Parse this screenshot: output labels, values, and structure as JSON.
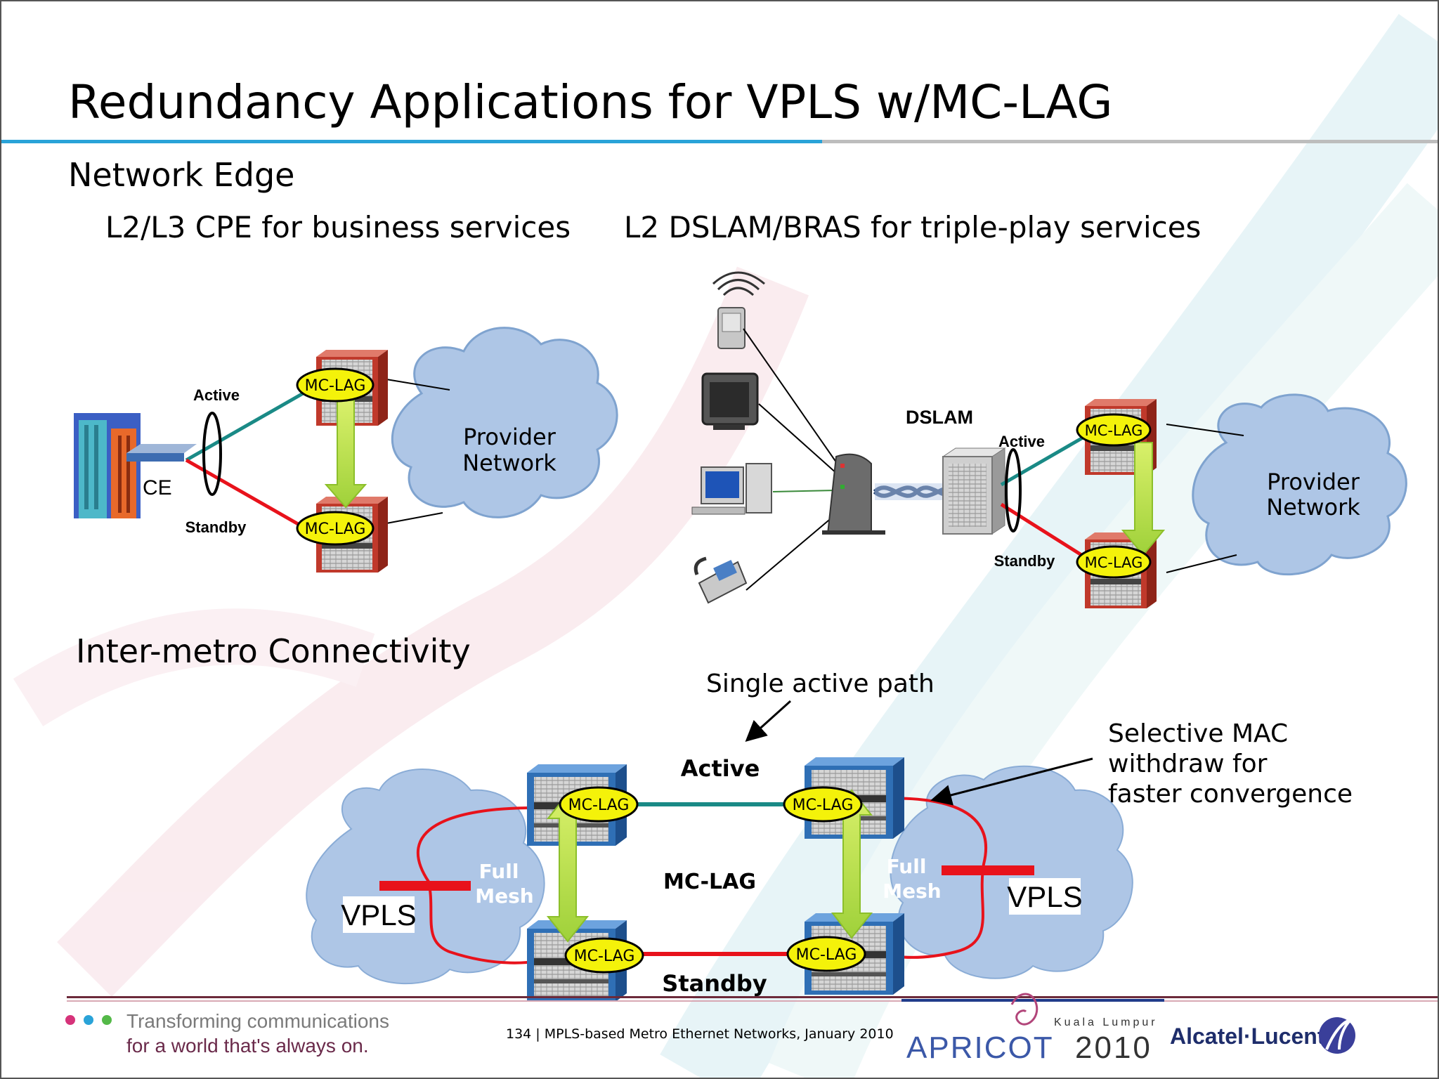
{
  "slide": {
    "title": "Redundancy Applications for VPLS w/MC-LAG",
    "section_edge": "Network Edge",
    "subtitle_left": "L2/L3 CPE for business services",
    "subtitle_right": "L2 DSLAM/BRAS for triple-play services",
    "section_metro": "Inter-metro Connectivity"
  },
  "left_diagram": {
    "active_label": "Active",
    "standby_label": "Standby",
    "ce_label": "CE",
    "mclag_top": "MC-LAG",
    "mclag_bottom": "MC-LAG",
    "cloud_label_line1": "Provider",
    "cloud_label_line2": "Network"
  },
  "right_diagram": {
    "dslam_label": "DSLAM",
    "active_label": "Active",
    "standby_label": "Standby",
    "mclag_top": "MC-LAG",
    "mclag_bottom": "MC-LAG",
    "cloud_label_line1": "Provider",
    "cloud_label_line2": "Network"
  },
  "metro_diagram": {
    "single_active_path": "Single active path",
    "selective_mac_line1": "Selective MAC",
    "selective_mac_line2": "withdraw for",
    "selective_mac_line3": "faster convergence",
    "active_label": "Active",
    "standby_label": "Standby",
    "center_mclag": "MC-LAG",
    "mclag_tl": "MC-LAG",
    "mclag_tr": "MC-LAG",
    "mclag_bl": "MC-LAG",
    "mclag_br": "MC-LAG",
    "full_mesh_left_1": "Full",
    "full_mesh_left_2": "Mesh",
    "full_mesh_right_1": "Full",
    "full_mesh_right_2": "Mesh",
    "vpls_left": "VPLS",
    "vpls_right": "VPLS"
  },
  "footer": {
    "tagline_line1": "Transforming communications",
    "tagline_line2": "for a world that's always on.",
    "page_info": "134 | MPLS-based Metro Ethernet Networks, January 2010",
    "event_city": "Kuala Lumpur",
    "event_name": "APRICOT",
    "event_year": "2010",
    "company": "Alcatel·Lucent"
  },
  "colors": {
    "active_link": "#1a8a86",
    "standby_link": "#e8121b",
    "mclag_fill": "#f4f20a",
    "cloud_fill": "#aec6e6",
    "router_red": "#c0392b",
    "router_blue": "#2f6fb5",
    "accent_blue": "#2aa3d8"
  }
}
